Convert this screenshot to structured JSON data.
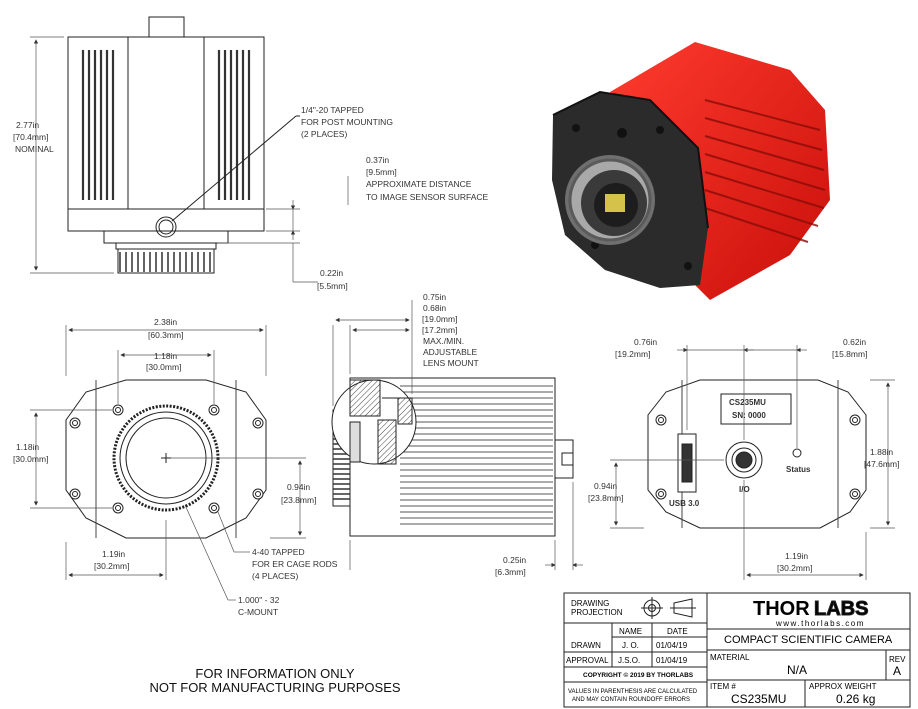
{
  "dims": {
    "height_in": "2.77in",
    "height_mm": "[70.4mm]",
    "height_note": "NOMINAL",
    "tapped_line1": "1/4\"-20 TAPPED",
    "tapped_line2": "FOR POST MOUNTING",
    "tapped_line3": "(2 PLACES)",
    "sensor_in": "0.37in",
    "sensor_mm": "[9.5mm]",
    "sensor_line1": "APPROXIMATE DISTANCE",
    "sensor_line2": "TO IMAGE SENSOR SURFACE",
    "mount_in": "0.22in",
    "mount_mm": "[5.5mm]",
    "width_in": "2.38in",
    "width_mm": "[60.3mm]",
    "holes_in": "1.18in",
    "holes_mm": "[30.0mm]",
    "front_h_in": "1.18in",
    "front_h_mm": "[30.0mm]",
    "center_in": "0.94in",
    "center_mm": "[23.8mm]",
    "front_bottom_in": "1.19in",
    "front_bottom_mm": "[30.2mm]",
    "rods_line1": "4-40 TAPPED",
    "rods_line2": "FOR ER CAGE RODS",
    "rods_line3": "(4 PLACES)",
    "cmount_line1": "1.000\" - 32",
    "cmount_line2": "C-MOUNT",
    "lens_max_in": "0.75in",
    "lens_min_in": "0.68in",
    "lens_max_mm": "[19.0mm]",
    "lens_min_mm": "[17.2mm]",
    "lens_line1": "MAX./MIN.",
    "lens_line2": "ADJUSTABLE",
    "lens_line3": "LENS MOUNT",
    "side_in": "0.25in",
    "side_mm": "[6.3mm]",
    "back_left_in": "0.76in",
    "back_left_mm": "[19.2mm]",
    "back_right_in": "0.62in",
    "back_right_mm": "[15.8mm]",
    "back_h_in": "1.88in",
    "back_h_mm": "[47.6mm]",
    "back_center_in": "0.94in",
    "back_center_mm": "[23.8mm]",
    "back_bottom_in": "1.19in",
    "back_bottom_mm": "[30.2mm]"
  },
  "rear_panel": {
    "model": "CS235MU",
    "serial": "SN: 0000",
    "usb": "USB 3.0",
    "io": "I/O",
    "status": "Status"
  },
  "notes": {
    "line1": "FOR INFORMATION ONLY",
    "line2": "NOT FOR MANUFACTURING PURPOSES"
  },
  "title_block": {
    "projection_line1": "DRAWING",
    "projection_line2": "PROJECTION",
    "logo_a": "THOR",
    "logo_b": "LABS",
    "website": "www.thorlabs.com",
    "name_header": "NAME",
    "date_header": "DATE",
    "drawn_label": "DRAWN",
    "drawn_name": "J. O.",
    "drawn_date": "01/04/19",
    "approval_label": "APPROVAL",
    "approval_name": "J.S.O.",
    "approval_date": "01/04/19",
    "copyright": "COPYRIGHT © 2019 BY THORLABS",
    "values_line1": "VALUES IN PARENTHESIS ARE CALCULATED",
    "values_line2": "AND MAY CONTAIN ROUNDOFF ERRORS",
    "title": "COMPACT SCIENTIFIC CAMERA",
    "material_label": "MATERIAL",
    "material_value": "N/A",
    "rev_label": "REV",
    "rev_value": "A",
    "item_label": "ITEM #",
    "item_value": "CS235MU",
    "weight_label": "APPROX WEIGHT",
    "weight_value": "0.26 kg"
  },
  "colors": {
    "body_red": "#e41b17",
    "dark_frame": "#2a2a2a",
    "line": "#222222"
  }
}
